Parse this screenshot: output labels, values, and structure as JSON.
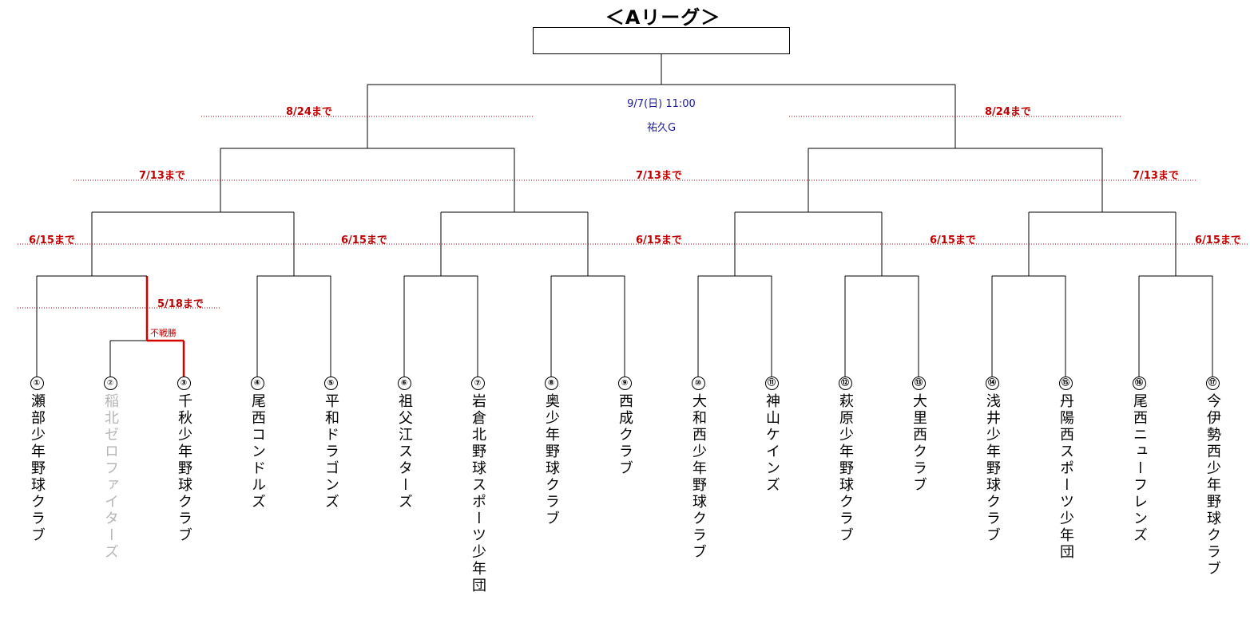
{
  "title": "＜Aリーグ＞",
  "final": {
    "date": "9/7(日) 11:00",
    "venue": "祐久G"
  },
  "deadlines": {
    "r1": "5/18まで",
    "r2": "6/15まで",
    "r3": "7/13まで",
    "semi": "8/24まで"
  },
  "walkover_label": "不戦勝",
  "colors": {
    "deadline": "#c00000",
    "final_info": "#1a1aa0",
    "advance_line": "#d40000",
    "withdrawn_team": "#b5b5b5"
  },
  "teams": [
    {
      "num": "①",
      "name": "瀬部少年野球クラブ",
      "status": ""
    },
    {
      "num": "②",
      "name": "稲北ゼロファイターズ",
      "status": "withdrawn"
    },
    {
      "num": "③",
      "name": "千秋少年野球クラブ",
      "status": "walkover_winner"
    },
    {
      "num": "④",
      "name": "尾西コンドルズ",
      "status": ""
    },
    {
      "num": "⑤",
      "name": "平和ドラゴンズ",
      "status": ""
    },
    {
      "num": "⑥",
      "name": "祖父江スターズ",
      "status": ""
    },
    {
      "num": "⑦",
      "name": "岩倉北野球スポーツ少年団",
      "status": ""
    },
    {
      "num": "⑧",
      "name": "奥少年野球クラブ",
      "status": ""
    },
    {
      "num": "⑨",
      "name": "西成クラブ",
      "status": ""
    },
    {
      "num": "⑩",
      "name": "大和西少年野球クラブ",
      "status": ""
    },
    {
      "num": "⑪",
      "name": "神山ケインズ",
      "status": ""
    },
    {
      "num": "⑫",
      "name": "萩原少年野球クラブ",
      "status": ""
    },
    {
      "num": "⑬",
      "name": "大里西クラブ",
      "status": ""
    },
    {
      "num": "⑭",
      "name": "浅井少年野球クラブ",
      "status": ""
    },
    {
      "num": "⑮",
      "name": "丹陽西スポーツ少年団",
      "status": ""
    },
    {
      "num": "⑯",
      "name": "尾西ニューフレンズ",
      "status": ""
    },
    {
      "num": "⑰",
      "name": "今伊勢西少年野球クラブ",
      "status": ""
    }
  ]
}
